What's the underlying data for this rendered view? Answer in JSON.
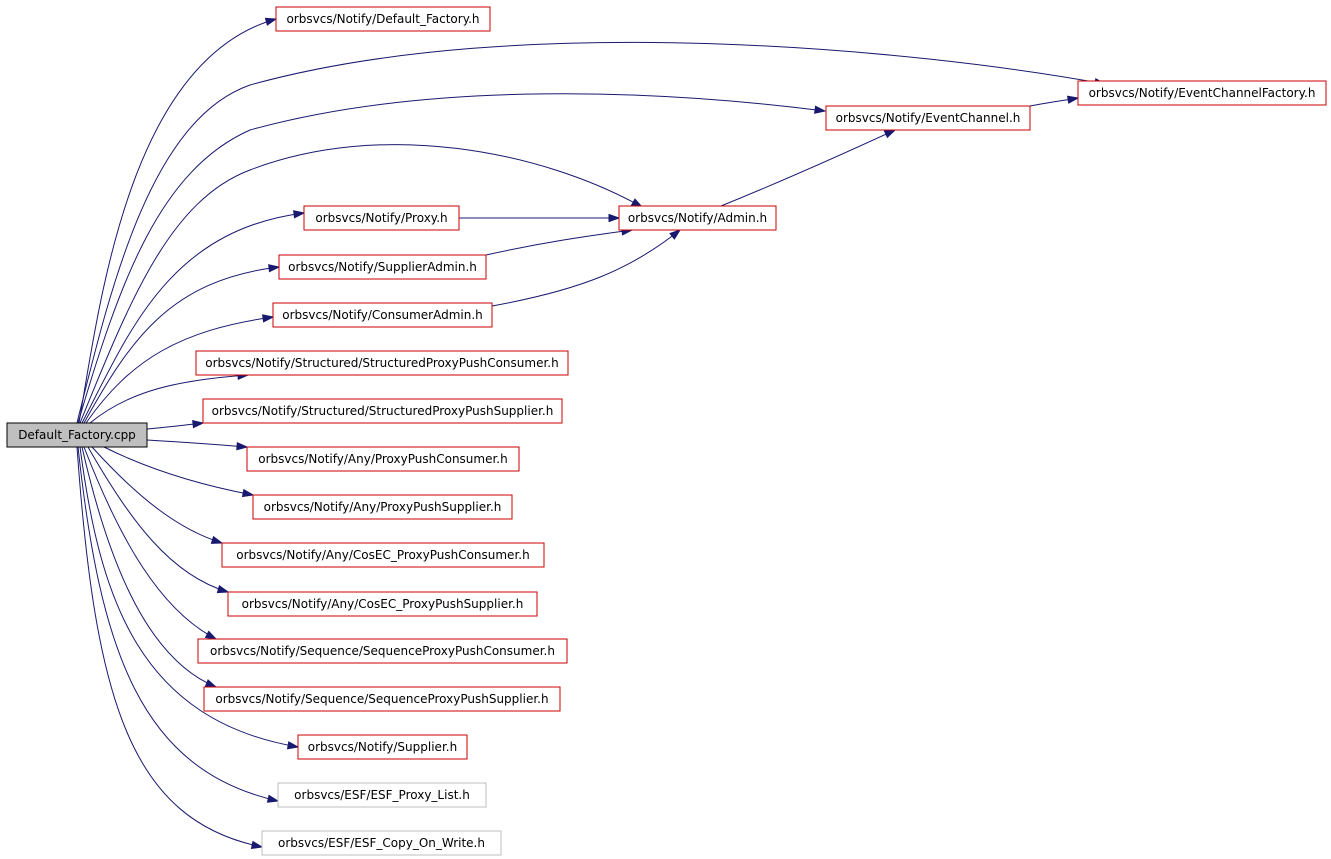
{
  "colors": {
    "edge": "#191970",
    "root_fill": "#bfbfbf",
    "root_border": "#000000",
    "documented_border": "#cc0000",
    "undocumented_border": "#bfbfbf",
    "node_fill": "#ffffff",
    "text": "#000000"
  },
  "root": {
    "id": "root",
    "label": "Default_Factory.cpp"
  },
  "nodes": [
    {
      "id": "default_factory_h",
      "label": "orbsvcs/Notify/Default_Factory.h",
      "documented": true
    },
    {
      "id": "eventchannelfactory_h",
      "label": "orbsvcs/Notify/EventChannelFactory.h",
      "documented": true
    },
    {
      "id": "eventchannel_h",
      "label": "orbsvcs/Notify/EventChannel.h",
      "documented": true
    },
    {
      "id": "proxy_h",
      "label": "orbsvcs/Notify/Proxy.h",
      "documented": true
    },
    {
      "id": "admin_h",
      "label": "orbsvcs/Notify/Admin.h",
      "documented": true
    },
    {
      "id": "supplieradmin_h",
      "label": "orbsvcs/Notify/SupplierAdmin.h",
      "documented": true
    },
    {
      "id": "consumeradmin_h",
      "label": "orbsvcs/Notify/ConsumerAdmin.h",
      "documented": true
    },
    {
      "id": "structured_consumer_h",
      "label": "orbsvcs/Notify/Structured/StructuredProxyPushConsumer.h",
      "documented": true
    },
    {
      "id": "structured_supplier_h",
      "label": "orbsvcs/Notify/Structured/StructuredProxyPushSupplier.h",
      "documented": true
    },
    {
      "id": "any_consumer_h",
      "label": "orbsvcs/Notify/Any/ProxyPushConsumer.h",
      "documented": true
    },
    {
      "id": "any_supplier_h",
      "label": "orbsvcs/Notify/Any/ProxyPushSupplier.h",
      "documented": true
    },
    {
      "id": "cosec_consumer_h",
      "label": "orbsvcs/Notify/Any/CosEC_ProxyPushConsumer.h",
      "documented": true
    },
    {
      "id": "cosec_supplier_h",
      "label": "orbsvcs/Notify/Any/CosEC_ProxyPushSupplier.h",
      "documented": true
    },
    {
      "id": "sequence_consumer_h",
      "label": "orbsvcs/Notify/Sequence/SequenceProxyPushConsumer.h",
      "documented": true
    },
    {
      "id": "sequence_supplier_h",
      "label": "orbsvcs/Notify/Sequence/SequenceProxyPushSupplier.h",
      "documented": true
    },
    {
      "id": "supplier_h",
      "label": "orbsvcs/Notify/Supplier.h",
      "documented": true
    },
    {
      "id": "esf_proxy_list_h",
      "label": "orbsvcs/ESF/ESF_Proxy_List.h",
      "documented": false
    },
    {
      "id": "esf_copy_on_write_h",
      "label": "orbsvcs/ESF/ESF_Copy_On_Write.h",
      "documented": false
    }
  ],
  "edges": [
    {
      "from": "root",
      "to": "default_factory_h"
    },
    {
      "from": "root",
      "to": "eventchannelfactory_h"
    },
    {
      "from": "root",
      "to": "eventchannel_h"
    },
    {
      "from": "root",
      "to": "admin_h"
    },
    {
      "from": "root",
      "to": "proxy_h"
    },
    {
      "from": "root",
      "to": "supplieradmin_h"
    },
    {
      "from": "root",
      "to": "consumeradmin_h"
    },
    {
      "from": "root",
      "to": "structured_consumer_h"
    },
    {
      "from": "root",
      "to": "structured_supplier_h"
    },
    {
      "from": "root",
      "to": "any_consumer_h"
    },
    {
      "from": "root",
      "to": "any_supplier_h"
    },
    {
      "from": "root",
      "to": "cosec_consumer_h"
    },
    {
      "from": "root",
      "to": "cosec_supplier_h"
    },
    {
      "from": "root",
      "to": "sequence_consumer_h"
    },
    {
      "from": "root",
      "to": "sequence_supplier_h"
    },
    {
      "from": "root",
      "to": "supplier_h"
    },
    {
      "from": "root",
      "to": "esf_proxy_list_h"
    },
    {
      "from": "root",
      "to": "esf_copy_on_write_h"
    },
    {
      "from": "eventchannel_h",
      "to": "eventchannelfactory_h"
    },
    {
      "from": "admin_h",
      "to": "eventchannel_h"
    },
    {
      "from": "proxy_h",
      "to": "admin_h"
    },
    {
      "from": "supplieradmin_h",
      "to": "admin_h"
    },
    {
      "from": "consumeradmin_h",
      "to": "admin_h"
    }
  ]
}
